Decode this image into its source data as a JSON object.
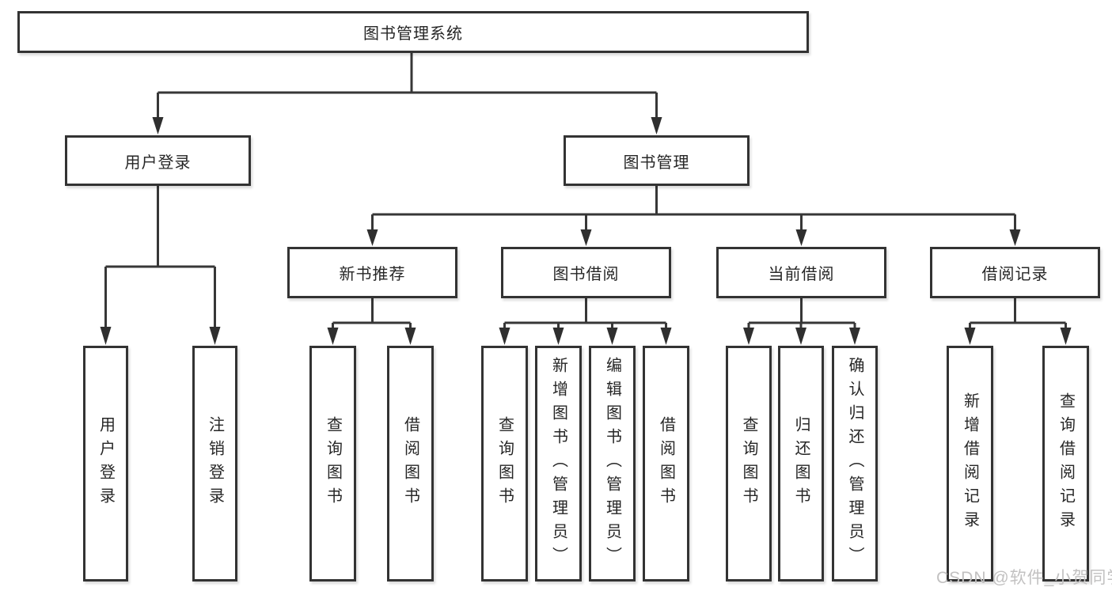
{
  "tree": {
    "root": {
      "label": "图书管理系统"
    },
    "branches": [
      {
        "label": "用户登录",
        "children": [
          {
            "label": "用户登录"
          },
          {
            "label": "注销登录"
          }
        ]
      },
      {
        "label": "图书管理",
        "children": [
          {
            "label": "新书推荐",
            "children": [
              {
                "label": "查询图书"
              },
              {
                "label": "借阅图书"
              }
            ]
          },
          {
            "label": "图书借阅",
            "children": [
              {
                "label": "查询图书"
              },
              {
                "label": "新增图书（管理员）"
              },
              {
                "label": "编辑图书（管理员）"
              },
              {
                "label": "借阅图书"
              }
            ]
          },
          {
            "label": "当前借阅",
            "children": [
              {
                "label": "查询图书"
              },
              {
                "label": "归还图书"
              },
              {
                "label": "确认归还（管理员）"
              }
            ]
          },
          {
            "label": "借阅记录",
            "children": [
              {
                "label": "新增借阅记录"
              },
              {
                "label": "查询借阅记录"
              }
            ]
          }
        ]
      }
    ]
  },
  "watermark": {
    "text": "CSDN @软件_小贺同学"
  },
  "colors": {
    "line": "#373737",
    "arrow": "#2f2f2f",
    "box_border": "#333333",
    "box_fill": "#ffffff",
    "text": "#262626",
    "watermark": "#c2c1c1",
    "background": "#ffffff"
  }
}
